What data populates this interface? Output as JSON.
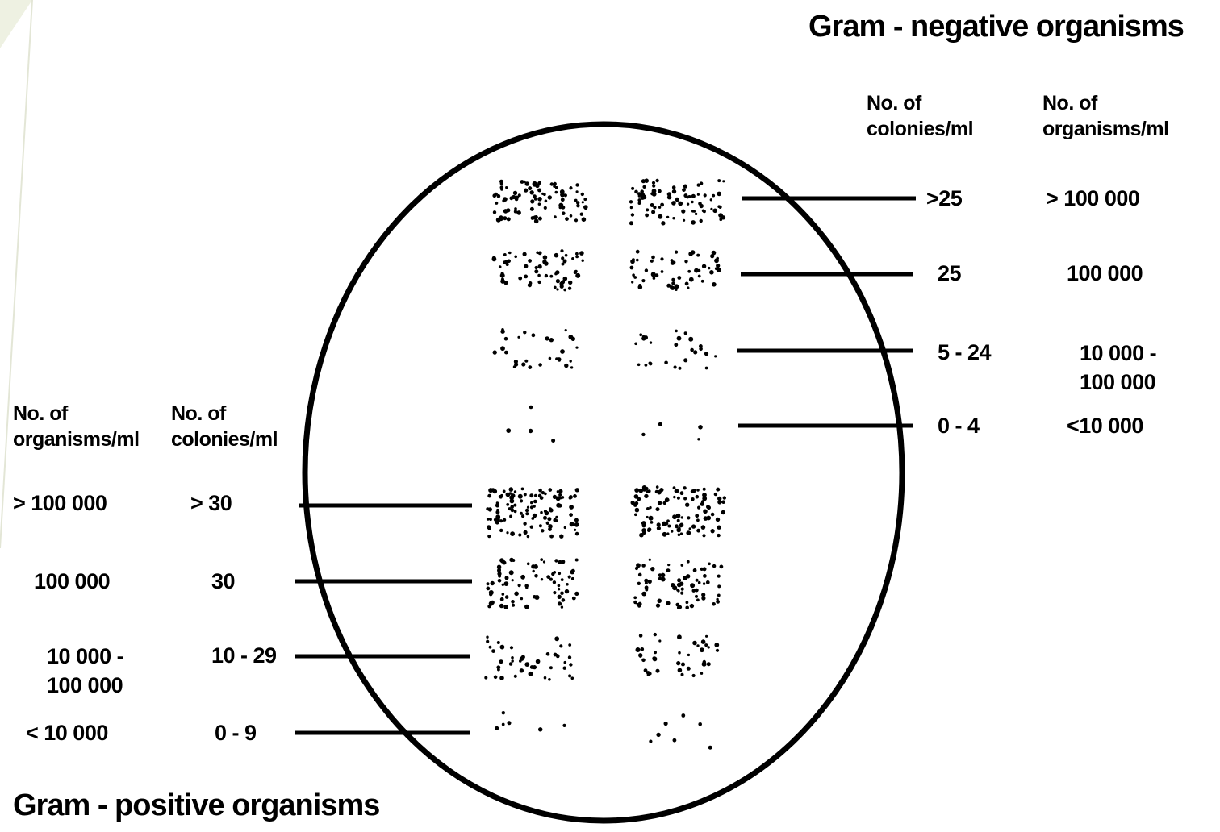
{
  "gram_negative": {
    "title": "Gram - negative organisms",
    "header_colonies": "No. of\ncolonies/ml",
    "header_organisms": "No. of\norganisms/ml",
    "rows": [
      {
        "colonies": ">25",
        "organisms": "> 100 000"
      },
      {
        "colonies": "25",
        "organisms": "100 000"
      },
      {
        "colonies": "5 - 24",
        "organisms": "10 000 -\n100 000"
      },
      {
        "colonies": "0 - 4",
        "organisms": "<10 000"
      }
    ]
  },
  "gram_positive": {
    "title": "Gram - positive organisms",
    "header_organisms": "No. of\norganisms/ml",
    "header_colonies": "No. of\ncolonies/ml",
    "rows": [
      {
        "organisms": "> 100 000",
        "colonies": "> 30"
      },
      {
        "organisms": "100 000",
        "colonies": "30"
      },
      {
        "organisms": "10 000 -\n100 000",
        "colonies": "10 - 29"
      },
      {
        "organisms": "< 10 000",
        "colonies": "0 - 9"
      }
    ]
  },
  "colors": {
    "ink": "#000000",
    "background": "#ffffff",
    "corner_shade": "#e9eedc"
  }
}
